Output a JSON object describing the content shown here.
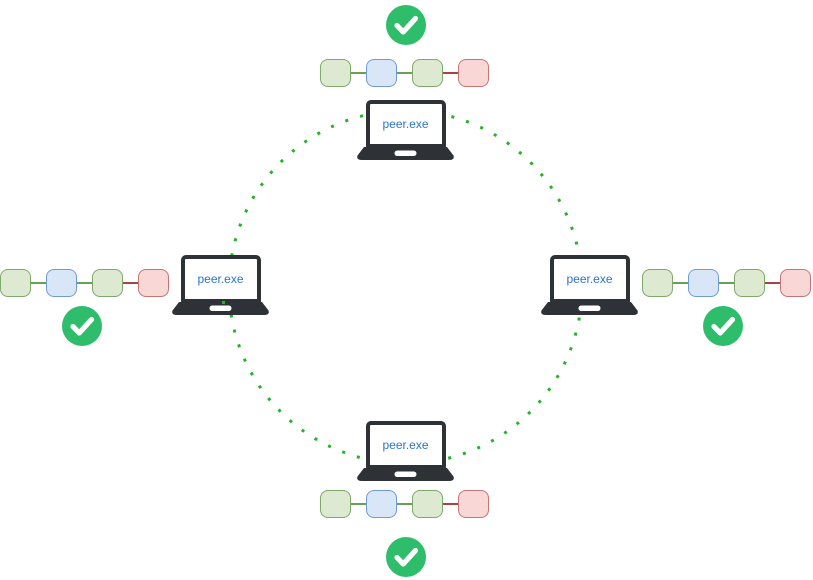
{
  "peers": [
    {
      "position": "top",
      "label": "peer.exe",
      "status_icon": "check-circle-icon"
    },
    {
      "position": "left",
      "label": "peer.exe",
      "status_icon": "check-circle-icon"
    },
    {
      "position": "right",
      "label": "peer.exe",
      "status_icon": "check-circle-icon"
    },
    {
      "position": "bottom",
      "label": "peer.exe",
      "status_icon": "check-circle-icon"
    }
  ],
  "chain": {
    "blocks": [
      {
        "color_name": "green",
        "fill": "#dde9d1",
        "stroke": "#7fa96a"
      },
      {
        "color_name": "blue",
        "fill": "#d8e6f8",
        "stroke": "#6f9bd4"
      },
      {
        "color_name": "green",
        "fill": "#dde9d1",
        "stroke": "#7fa96a"
      },
      {
        "color_name": "red",
        "fill": "#f8d7d6",
        "stroke": "#c87472"
      }
    ],
    "links": [
      {
        "color": "#68a150"
      },
      {
        "color": "#68a150"
      },
      {
        "color": "#a94442"
      }
    ]
  },
  "colors": {
    "ring_dot": "#28b228",
    "check_circle": "#2ebd6b",
    "check_mark": "#ffffff",
    "laptop_body": "#2e3135",
    "screen_fill": "#ffffff",
    "peer_text": "#2c74c9",
    "background": "#ffffff"
  }
}
